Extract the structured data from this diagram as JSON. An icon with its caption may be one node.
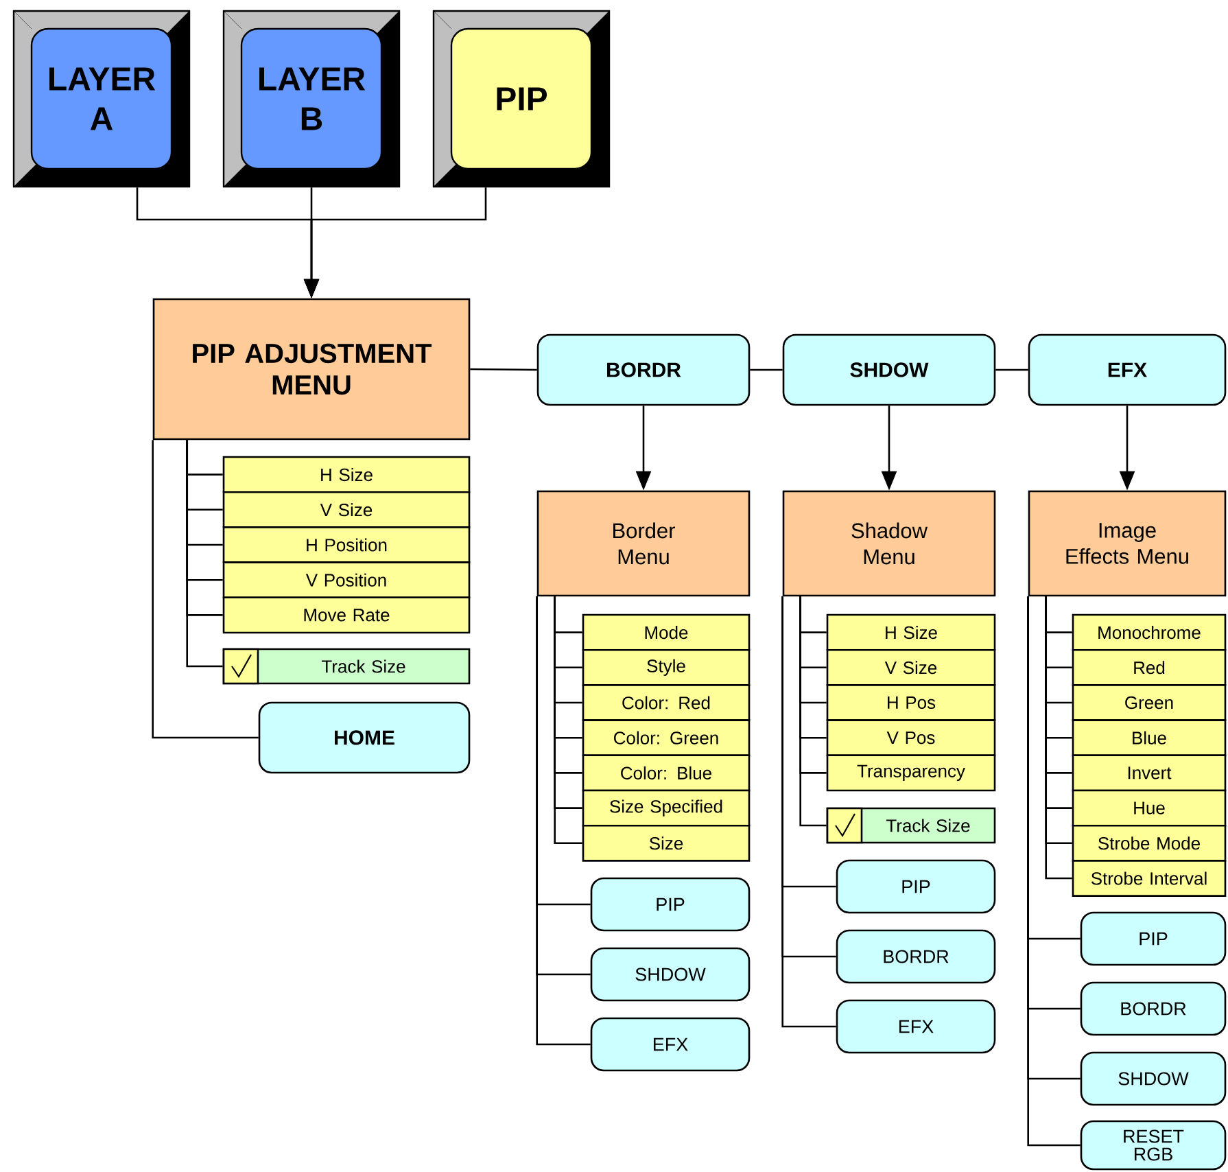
{
  "diagram": {
    "nodes": [
      {
        "text": [
          "LAYER A"
        ]
      },
      {
        "text": [
          "LAYER B"
        ]
      },
      {
        "text": [
          "PIP"
        ]
      },
      {
        "text": [
          "PIP ADJUSTMENT MENU"
        ]
      },
      {
        "text": [
          "BORDR"
        ]
      },
      {
        "text": [
          "SHDOW"
        ]
      },
      {
        "text": [
          "EFX"
        ]
      },
      {
        "text": [
          "H Size"
        ]
      },
      {
        "text": [
          "V Size"
        ]
      },
      {
        "text": [
          "H Position"
        ]
      },
      {
        "text": [
          "V Position"
        ]
      },
      {
        "text": [
          "Move Rate"
        ]
      },
      {
        "text": [
          "Track Size"
        ]
      },
      {
        "text": [
          "HOME"
        ]
      },
      {
        "text": [
          "Border Menu"
        ]
      },
      {
        "text": [
          "Mode"
        ]
      },
      {
        "text": [
          "Style"
        ]
      },
      {
        "text": [
          "Color: Red"
        ]
      },
      {
        "text": [
          "Color: Green"
        ]
      },
      {
        "text": [
          "Color: Blue"
        ]
      },
      {
        "text": [
          "Size Specified"
        ]
      },
      {
        "text": [
          "Size"
        ]
      },
      {
        "text": [
          "PIP"
        ]
      },
      {
        "text": [
          "SHDOW"
        ]
      },
      {
        "text": [
          "EFX"
        ]
      },
      {
        "text": [
          "Shadow Menu"
        ]
      },
      {
        "text": [
          "H Size"
        ]
      },
      {
        "text": [
          "V Size"
        ]
      },
      {
        "text": [
          "H Pos"
        ]
      },
      {
        "text": [
          "V Pos"
        ]
      },
      {
        "text": [
          "Transparency"
        ]
      },
      {
        "text": [
          "Track Size"
        ]
      },
      {
        "text": [
          "PIP"
        ]
      },
      {
        "text": [
          "BORDR"
        ]
      },
      {
        "text": [
          "EFX"
        ]
      },
      {
        "text": [
          "Image Effects Menu"
        ]
      },
      {
        "text": [
          "Monochrome"
        ]
      },
      {
        "text": [
          "Red"
        ]
      },
      {
        "text": [
          "Green"
        ]
      },
      {
        "text": [
          "Blue"
        ]
      },
      {
        "text": [
          "Invert"
        ]
      },
      {
        "text": [
          "Hue"
        ]
      },
      {
        "text": [
          "Strobe Mode"
        ]
      },
      {
        "text": [
          "Strobe Interval"
        ]
      },
      {
        "text": [
          "PIP"
        ]
      },
      {
        "text": [
          "BORDR"
        ]
      },
      {
        "text": [
          "SHDOW"
        ]
      },
      {
        "text": [
          "RESET RGB"
        ]
      }
    ],
    "edges": [
      {
        "from": 0,
        "to": 3,
        "arrow": "to"
      },
      {
        "from": 1,
        "to": 3,
        "arrow": "to"
      },
      {
        "from": 2,
        "to": 3,
        "arrow": "to"
      },
      {
        "from": 3,
        "to": 4,
        "arrow": "none"
      },
      {
        "from": 4,
        "to": 5,
        "arrow": "none"
      },
      {
        "from": 5,
        "to": 6,
        "arrow": "none"
      },
      {
        "from": 4,
        "to": 14,
        "arrow": "to"
      },
      {
        "from": 5,
        "to": 25,
        "arrow": "to"
      },
      {
        "from": 6,
        "to": 35,
        "arrow": "to"
      },
      {
        "from": 3,
        "to": 7,
        "arrow": "none"
      },
      {
        "from": 3,
        "to": 8,
        "arrow": "none"
      },
      {
        "from": 3,
        "to": 9,
        "arrow": "none"
      },
      {
        "from": 3,
        "to": 10,
        "arrow": "none"
      },
      {
        "from": 3,
        "to": 11,
        "arrow": "none"
      },
      {
        "from": 3,
        "to": 12,
        "arrow": "none"
      },
      {
        "from": 3,
        "to": 13,
        "arrow": "none"
      },
      {
        "from": 14,
        "to": 15,
        "arrow": "none"
      },
      {
        "from": 14,
        "to": 16,
        "arrow": "none"
      },
      {
        "from": 14,
        "to": 17,
        "arrow": "none"
      },
      {
        "from": 14,
        "to": 18,
        "arrow": "none"
      },
      {
        "from": 14,
        "to": 19,
        "arrow": "none"
      },
      {
        "from": 14,
        "to": 20,
        "arrow": "none"
      },
      {
        "from": 14,
        "to": 21,
        "arrow": "none"
      },
      {
        "from": 14,
        "to": 22,
        "arrow": "none"
      },
      {
        "from": 14,
        "to": 23,
        "arrow": "none"
      },
      {
        "from": 14,
        "to": 24,
        "arrow": "none"
      },
      {
        "from": 25,
        "to": 26,
        "arrow": "none"
      },
      {
        "from": 25,
        "to": 27,
        "arrow": "none"
      },
      {
        "from": 25,
        "to": 28,
        "arrow": "none"
      },
      {
        "from": 25,
        "to": 29,
        "arrow": "none"
      },
      {
        "from": 25,
        "to": 30,
        "arrow": "none"
      },
      {
        "from": 25,
        "to": 31,
        "arrow": "none"
      },
      {
        "from": 25,
        "to": 32,
        "arrow": "none"
      },
      {
        "from": 25,
        "to": 33,
        "arrow": "none"
      },
      {
        "from": 25,
        "to": 34,
        "arrow": "none"
      },
      {
        "from": 35,
        "to": 36,
        "arrow": "none"
      },
      {
        "from": 35,
        "to": 37,
        "arrow": "none"
      },
      {
        "from": 35,
        "to": 38,
        "arrow": "none"
      },
      {
        "from": 35,
        "to": 39,
        "arrow": "none"
      },
      {
        "from": 35,
        "to": 40,
        "arrow": "none"
      },
      {
        "from": 35,
        "to": 41,
        "arrow": "none"
      },
      {
        "from": 35,
        "to": 42,
        "arrow": "none"
      },
      {
        "from": 35,
        "to": 43,
        "arrow": "none"
      },
      {
        "from": 35,
        "to": 44,
        "arrow": "none"
      },
      {
        "from": 35,
        "to": 45,
        "arrow": "none"
      },
      {
        "from": 35,
        "to": 46,
        "arrow": "none"
      },
      {
        "from": 35,
        "to": 47,
        "arrow": "none"
      }
    ]
  }
}
